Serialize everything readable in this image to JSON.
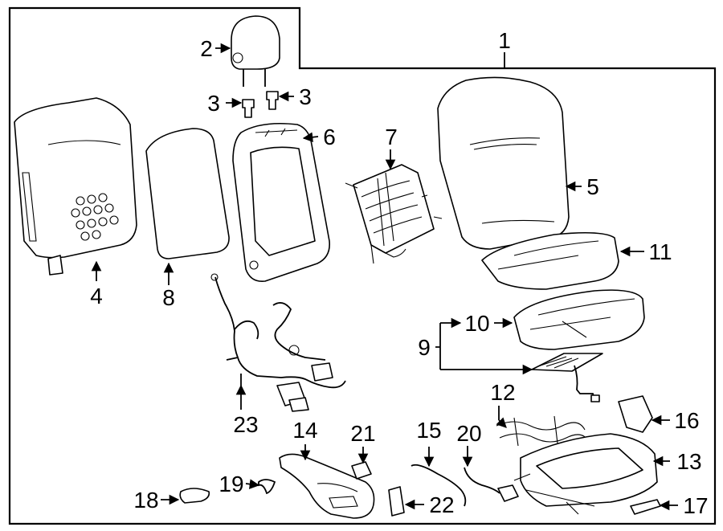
{
  "diagram": {
    "callouts": [
      "1",
      "2",
      "3",
      "3",
      "4",
      "5",
      "6",
      "7",
      "8",
      "9",
      "10",
      "11",
      "12",
      "13",
      "14",
      "15",
      "16",
      "17",
      "18",
      "19",
      "20",
      "21",
      "22",
      "23"
    ]
  }
}
